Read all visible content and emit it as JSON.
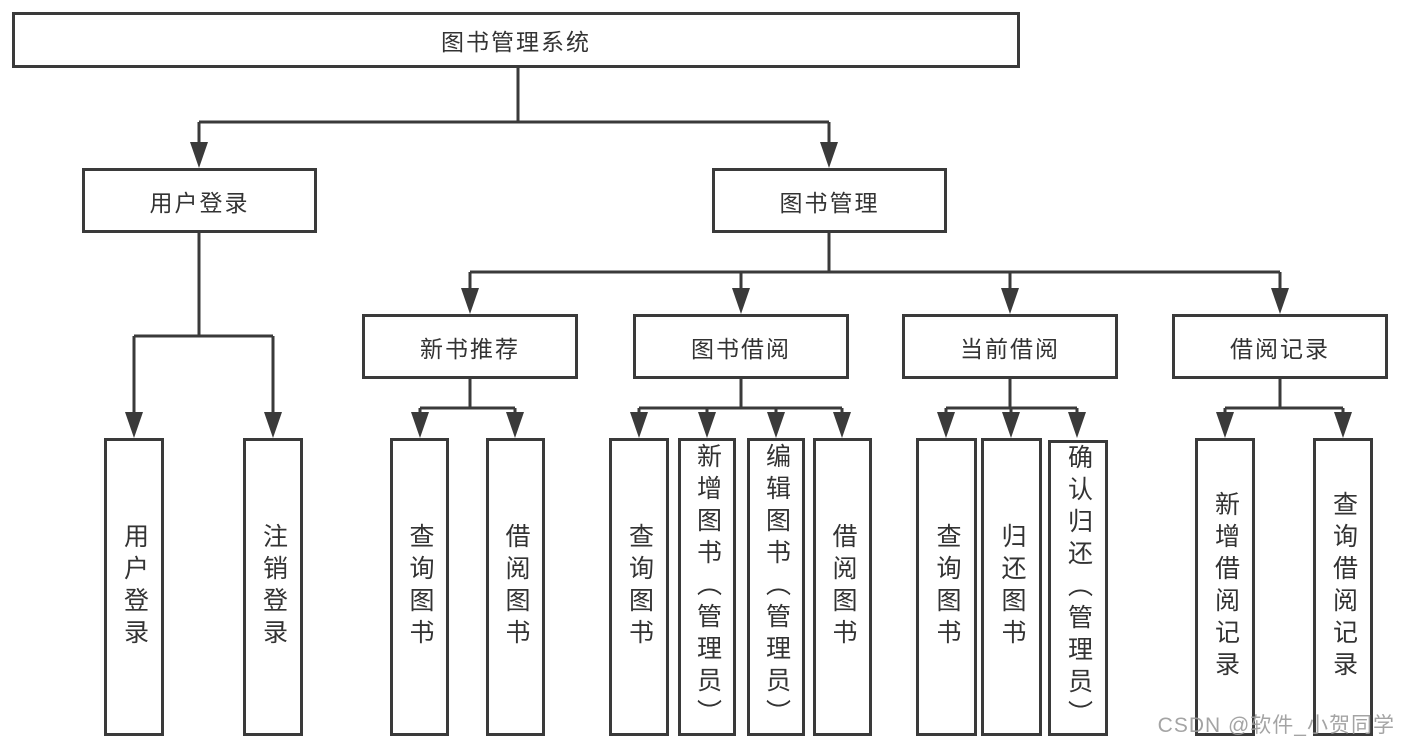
{
  "nodes": {
    "root": "图书管理系统",
    "level2": [
      "用户登录",
      "图书管理"
    ],
    "level3": [
      "新书推荐",
      "图书借阅",
      "当前借阅",
      "借阅记录"
    ],
    "leaves": {
      "user_login": [
        "用户登录",
        "注销登录"
      ],
      "new_book_recommend": [
        "查询图书",
        "借阅图书"
      ],
      "book_borrow": [
        "查询图书",
        "新增图书（管理员）",
        "编辑图书（管理员）",
        "借阅图书"
      ],
      "current_borrow": [
        "查询图书",
        "归还图书",
        "确认归还（管理员）"
      ],
      "borrow_records": [
        "新增借阅记录",
        "查询借阅记录"
      ]
    }
  },
  "watermark": "CSDN @软件_小贺同学",
  "colors": {
    "line": "#3a3a3a",
    "text": "#333333",
    "watermark": "#9b9b9b",
    "background": "#ffffff"
  }
}
